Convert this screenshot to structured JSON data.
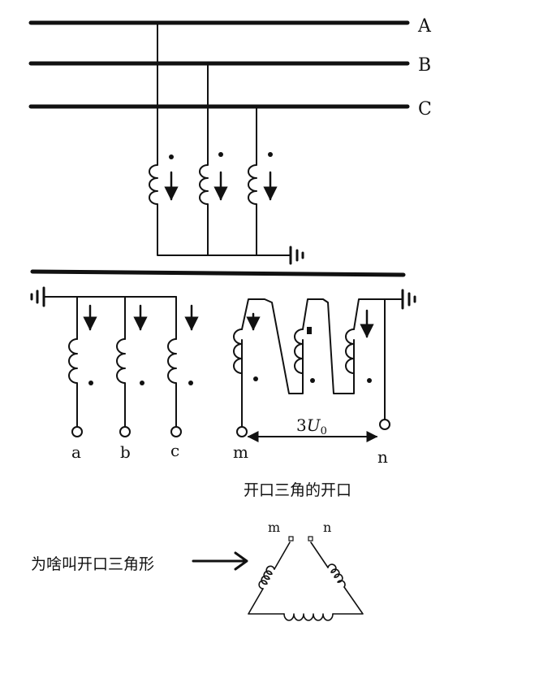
{
  "bus_labels": {
    "a": "A",
    "b": "B",
    "c": "C"
  },
  "terminal_labels": {
    "a": "a",
    "b": "b",
    "c": "c",
    "m": "m",
    "n": "n"
  },
  "voltage_label": {
    "prefix": "3",
    "symbol": "U",
    "subscript": "0"
  },
  "caption_open_delta": "开口三角的开口",
  "question_text": "为啥叫开口三角形",
  "triangle_labels": {
    "m": "m",
    "n": "n"
  }
}
